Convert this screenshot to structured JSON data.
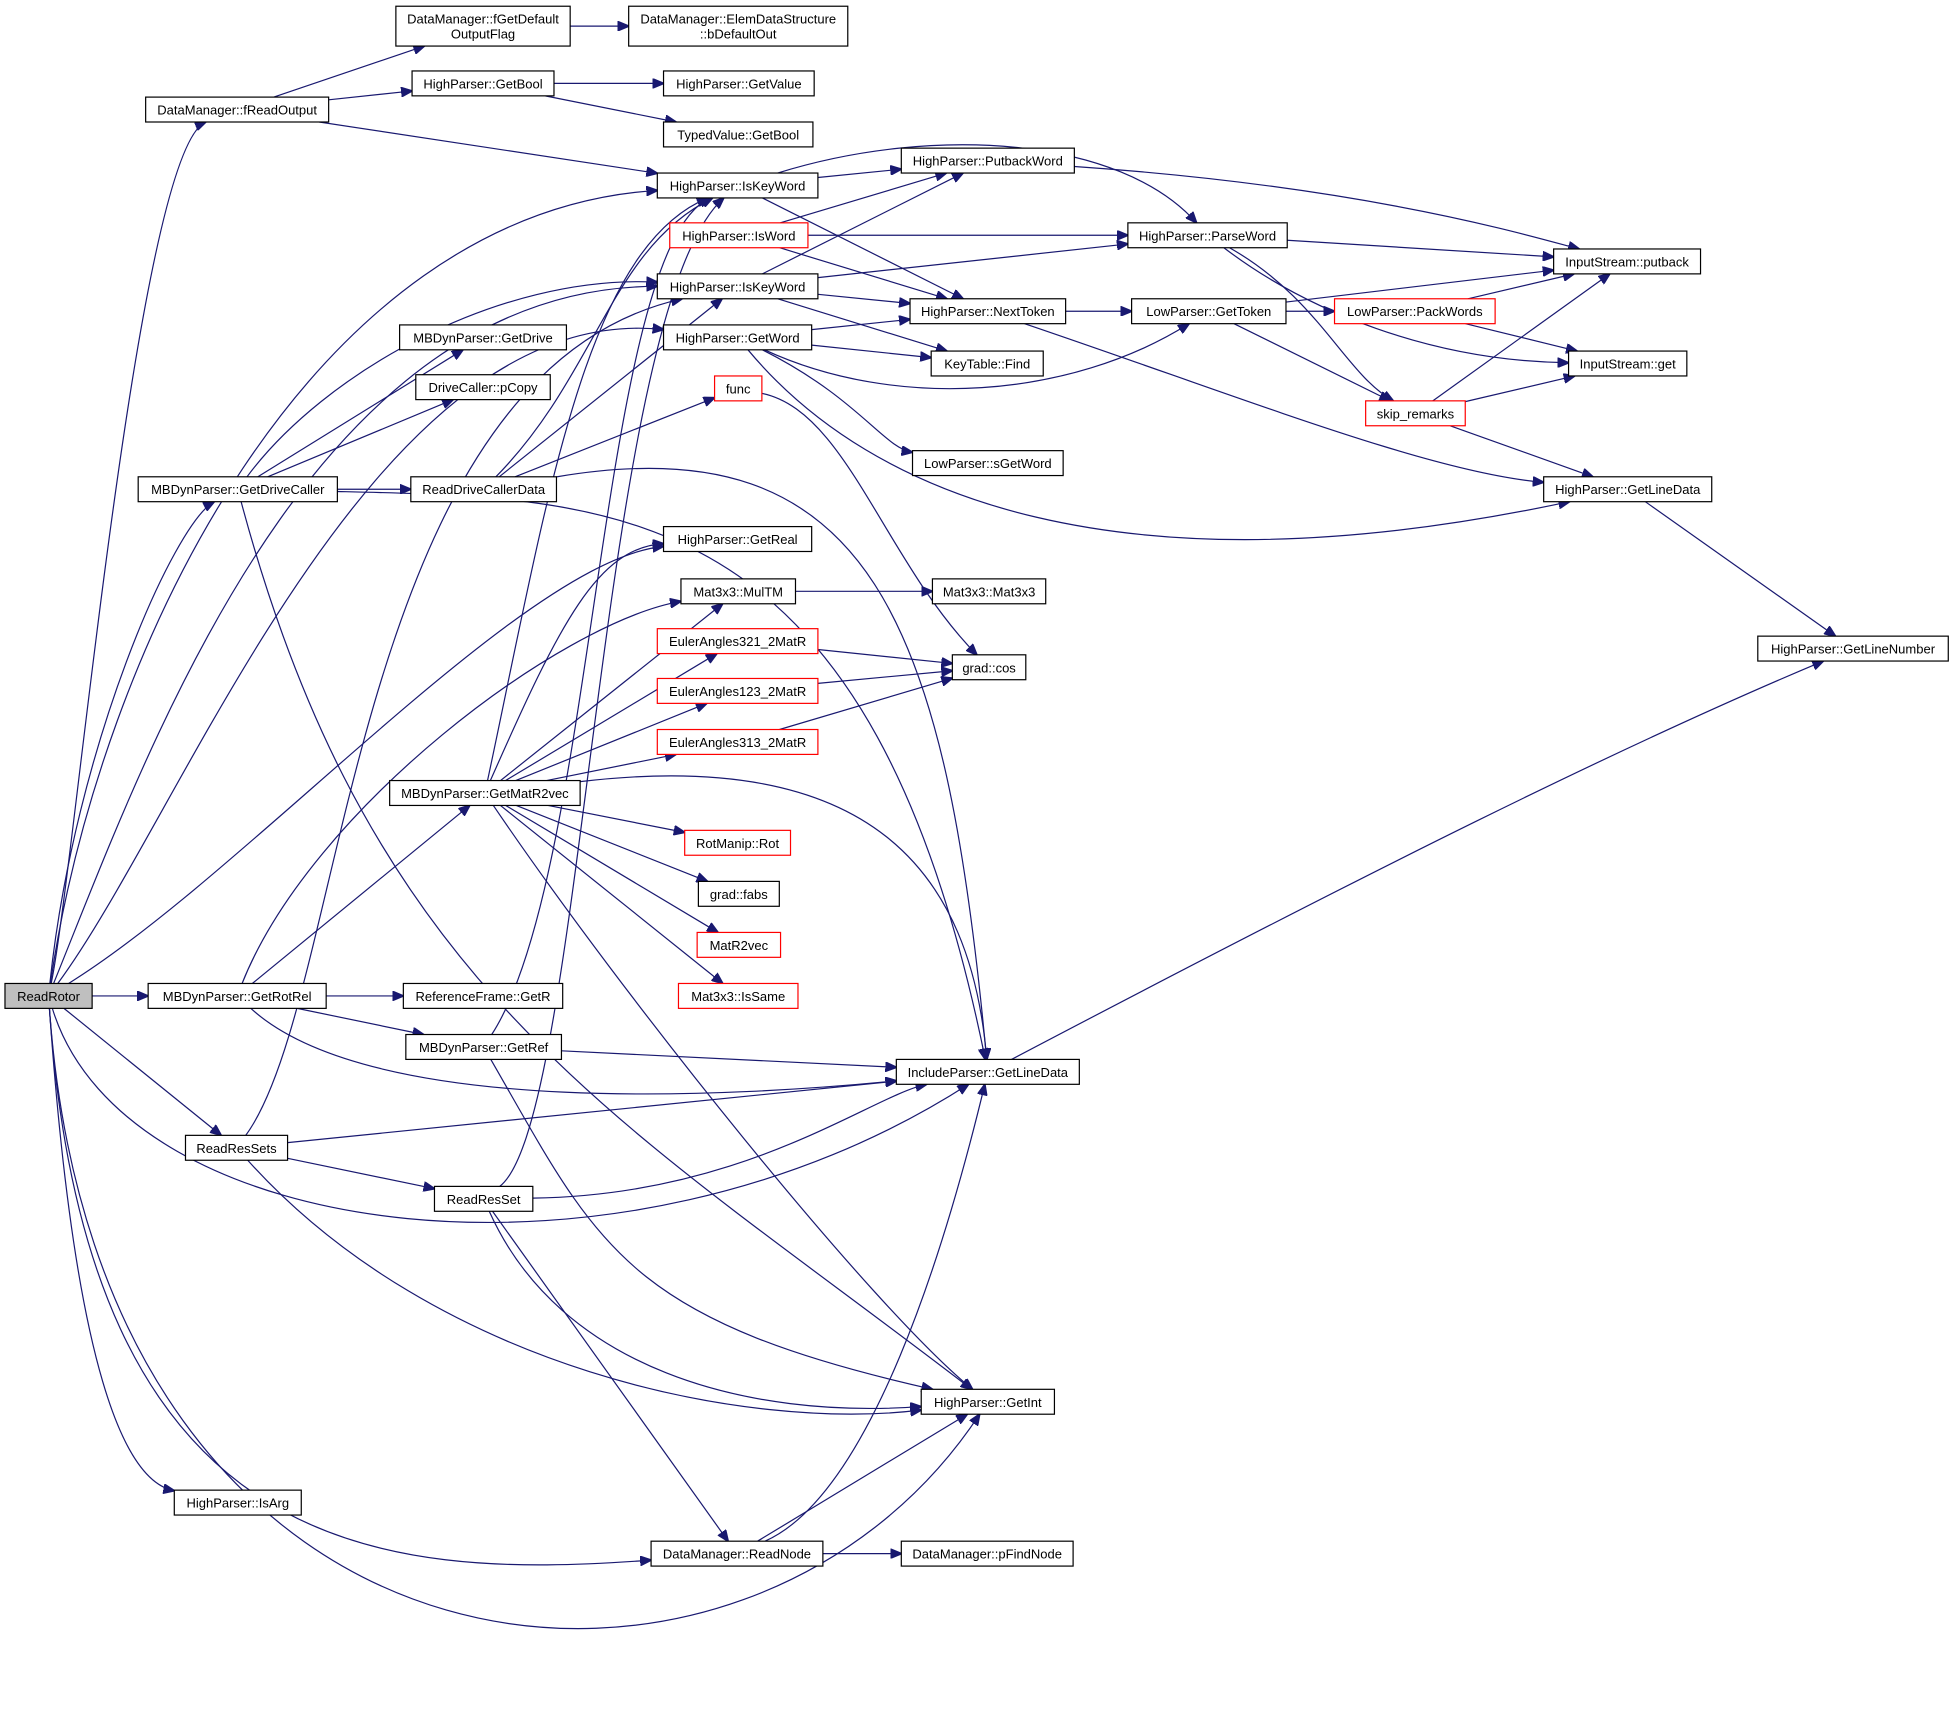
{
  "diagram": {
    "title": "",
    "colors": {
      "edge": "#191970",
      "box_border": "#000000",
      "truncated_border": "#ff0000",
      "root_fill": "#bfbfbf",
      "background": "#ffffff"
    },
    "nodes": [
      {
        "id": "readrotor",
        "lines": [
          "ReadRotor"
        ],
        "style": "root"
      },
      {
        "id": "dm-fgetdefault",
        "lines": [
          "DataManager::fGetDefault",
          "OutputFlag"
        ],
        "style": "normal"
      },
      {
        "id": "dm-elemdata",
        "lines": [
          "DataManager::ElemDataStructure",
          "::bDefaultOut"
        ],
        "style": "normal"
      },
      {
        "id": "dm-freadoutput",
        "lines": [
          "DataManager::fReadOutput"
        ],
        "style": "normal"
      },
      {
        "id": "hp-getbool",
        "lines": [
          "HighParser::GetBool"
        ],
        "style": "normal"
      },
      {
        "id": "hp-getvalue",
        "lines": [
          "HighParser::GetValue"
        ],
        "style": "normal"
      },
      {
        "id": "tv-getbool",
        "lines": [
          "TypedValue::GetBool"
        ],
        "style": "normal"
      },
      {
        "id": "hp-iskeyword1",
        "lines": [
          "HighParser::IsKeyWord"
        ],
        "style": "normal"
      },
      {
        "id": "hp-putbackword",
        "lines": [
          "HighParser::PutbackWord"
        ],
        "style": "normal"
      },
      {
        "id": "hp-isword",
        "lines": [
          "HighParser::IsWord"
        ],
        "style": "red"
      },
      {
        "id": "hp-parseword",
        "lines": [
          "HighParser::ParseWord"
        ],
        "style": "normal"
      },
      {
        "id": "is-putback",
        "lines": [
          "InputStream::putback"
        ],
        "style": "normal"
      },
      {
        "id": "hp-iskeyword2",
        "lines": [
          "HighParser::IsKeyWord"
        ],
        "style": "normal"
      },
      {
        "id": "hp-nexttoken",
        "lines": [
          "HighParser::NextToken"
        ],
        "style": "normal"
      },
      {
        "id": "lp-gettoken",
        "lines": [
          "LowParser::GetToken"
        ],
        "style": "normal"
      },
      {
        "id": "lp-packwords",
        "lines": [
          "LowParser::PackWords"
        ],
        "style": "red"
      },
      {
        "id": "mbp-getdrive",
        "lines": [
          "MBDynParser::GetDrive"
        ],
        "style": "normal"
      },
      {
        "id": "hp-getword",
        "lines": [
          "HighParser::GetWord"
        ],
        "style": "normal"
      },
      {
        "id": "kt-find",
        "lines": [
          "KeyTable::Find"
        ],
        "style": "normal"
      },
      {
        "id": "is-get",
        "lines": [
          "InputStream::get"
        ],
        "style": "normal"
      },
      {
        "id": "dc-pcopy",
        "lines": [
          "DriveCaller::pCopy"
        ],
        "style": "normal"
      },
      {
        "id": "func",
        "lines": [
          "func"
        ],
        "style": "red"
      },
      {
        "id": "skip-remarks",
        "lines": [
          "skip_remarks"
        ],
        "style": "red"
      },
      {
        "id": "lp-sgetword",
        "lines": [
          "LowParser::sGetWord"
        ],
        "style": "normal"
      },
      {
        "id": "mbp-getdrivecaller",
        "lines": [
          "MBDynParser::GetDriveCaller"
        ],
        "style": "normal"
      },
      {
        "id": "readdrivecallerdata",
        "lines": [
          "ReadDriveCallerData"
        ],
        "style": "normal"
      },
      {
        "id": "hp-getlinedata",
        "lines": [
          "HighParser::GetLineData"
        ],
        "style": "normal"
      },
      {
        "id": "hp-getreal",
        "lines": [
          "HighParser::GetReal"
        ],
        "style": "normal"
      },
      {
        "id": "mat-multm",
        "lines": [
          "Mat3x3::MulTM"
        ],
        "style": "normal"
      },
      {
        "id": "mat-mat3x3",
        "lines": [
          "Mat3x3::Mat3x3"
        ],
        "style": "normal"
      },
      {
        "id": "hp-getlinenumber",
        "lines": [
          "HighParser::GetLineNumber"
        ],
        "style": "normal"
      },
      {
        "id": "euler321",
        "lines": [
          "EulerAngles321_2MatR"
        ],
        "style": "red"
      },
      {
        "id": "grad-cos",
        "lines": [
          "grad::cos"
        ],
        "style": "normal"
      },
      {
        "id": "euler123",
        "lines": [
          "EulerAngles123_2MatR"
        ],
        "style": "red"
      },
      {
        "id": "euler313",
        "lines": [
          "EulerAngles313_2MatR"
        ],
        "style": "red"
      },
      {
        "id": "mbp-getmatr2vec",
        "lines": [
          "MBDynParser::GetMatR2vec"
        ],
        "style": "normal"
      },
      {
        "id": "rotmanip-rot",
        "lines": [
          "RotManip::Rot"
        ],
        "style": "red"
      },
      {
        "id": "grad-fabs",
        "lines": [
          "grad::fabs"
        ],
        "style": "normal"
      },
      {
        "id": "matr2vec",
        "lines": [
          "MatR2vec"
        ],
        "style": "red"
      },
      {
        "id": "mat-issame",
        "lines": [
          "Mat3x3::IsSame"
        ],
        "style": "red"
      },
      {
        "id": "mbp-getrotrel",
        "lines": [
          "MBDynParser::GetRotRel"
        ],
        "style": "normal"
      },
      {
        "id": "rf-getr",
        "lines": [
          "ReferenceFrame::GetR"
        ],
        "style": "normal"
      },
      {
        "id": "mbp-getref",
        "lines": [
          "MBDynParser::GetRef"
        ],
        "style": "normal"
      },
      {
        "id": "ip-getlinedata",
        "lines": [
          "IncludeParser::GetLineData"
        ],
        "style": "normal"
      },
      {
        "id": "readressets",
        "lines": [
          "ReadResSets"
        ],
        "style": "normal"
      },
      {
        "id": "readresset",
        "lines": [
          "ReadResSet"
        ],
        "style": "normal"
      },
      {
        "id": "hp-getint",
        "lines": [
          "HighParser::GetInt"
        ],
        "style": "normal"
      },
      {
        "id": "hp-isarg",
        "lines": [
          "HighParser::IsArg"
        ],
        "style": "normal"
      },
      {
        "id": "dm-readnode",
        "lines": [
          "DataManager::ReadNode"
        ],
        "style": "normal"
      },
      {
        "id": "dm-pfindnode",
        "lines": [
          "DataManager::pFindNode"
        ],
        "style": "normal"
      }
    ]
  }
}
